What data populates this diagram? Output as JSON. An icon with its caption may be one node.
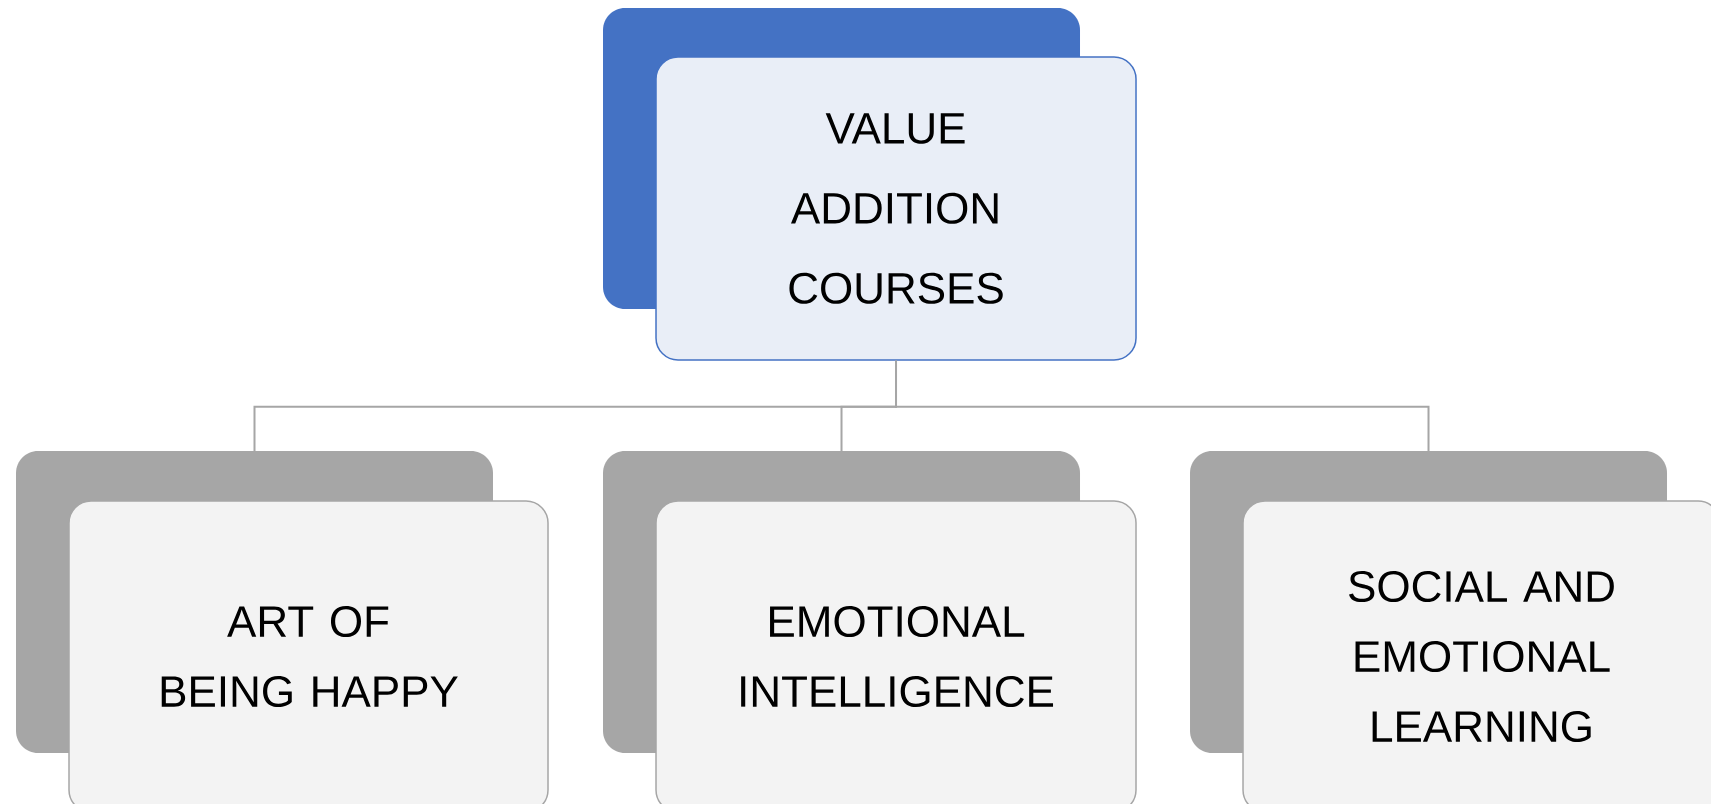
{
  "diagram": {
    "nodes": [
      {
        "text": [
          "VALUE ADDITION COURSES"
        ]
      },
      {
        "text": [
          "ART OF BEING HAPPY"
        ]
      },
      {
        "text": [
          "EMOTIONAL INTELLIGENCE"
        ]
      },
      {
        "text": [
          "SOCIAL AND EMOTIONAL LEARNING"
        ]
      }
    ],
    "edges": [
      {
        "from": 0,
        "to": 1,
        "arrow": "none"
      },
      {
        "from": 0,
        "to": 2,
        "arrow": "none"
      },
      {
        "from": 0,
        "to": 3,
        "arrow": "none"
      }
    ]
  }
}
